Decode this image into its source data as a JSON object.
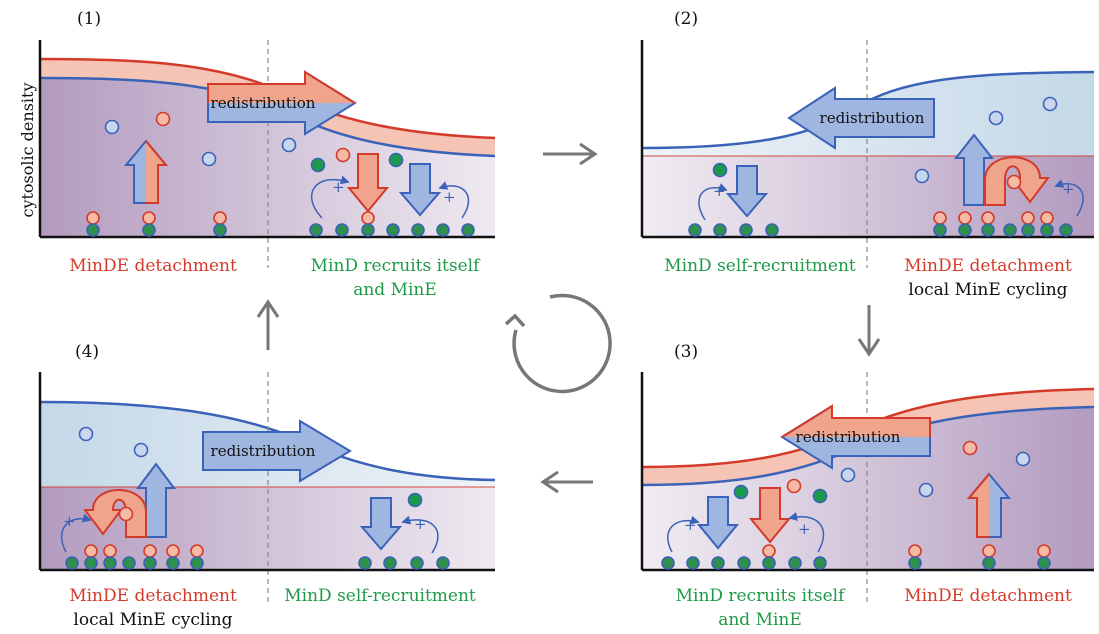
{
  "colors": {
    "red": "#d43a2a",
    "red_fill": "#f0a48c",
    "blue": "#3a62b8",
    "blue_fill": "#9fb6e0",
    "green": "#1a9a4a",
    "green_text": "#1e9a48",
    "membrane_particle": "#2f8f4d",
    "dark": "#111111",
    "gray": "#777777",
    "purple_bg": "#b8a3c2",
    "light_blue_bg": "#c9dcea"
  },
  "y_axis_label": "cytosolic density",
  "cycle_icon": "cycle-arrow-icon",
  "panels": [
    {
      "number": "(1)",
      "arrow_label": "redistribution",
      "left_captions": [
        {
          "text": "MinDE detachment",
          "color": "red"
        }
      ],
      "right_captions": [
        {
          "text": "MinD recruits itself",
          "color": "green"
        },
        {
          "text": "and MinE",
          "color": "green"
        }
      ]
    },
    {
      "number": "(2)",
      "arrow_label": "redistribution",
      "left_captions": [
        {
          "text": "MinD self-recruitment",
          "color": "green"
        }
      ],
      "right_captions": [
        {
          "text": "MinDE detachment",
          "color": "red"
        },
        {
          "text": "local MinE cycling",
          "color": "dark"
        }
      ]
    },
    {
      "number": "(3)",
      "arrow_label": "redistribution",
      "left_captions": [
        {
          "text": "MinD recruits itself",
          "color": "green"
        },
        {
          "text": "and MinE",
          "color": "green"
        }
      ],
      "right_captions": [
        {
          "text": "MinDE detachment",
          "color": "red"
        }
      ]
    },
    {
      "number": "(4)",
      "arrow_label": "redistribution",
      "left_captions": [
        {
          "text": "MinDE detachment",
          "color": "red"
        },
        {
          "text": "local MinE cycling",
          "color": "dark"
        }
      ],
      "right_captions": [
        {
          "text": "MinD self-recruitment",
          "color": "green"
        }
      ]
    }
  ],
  "plus_sign": "+"
}
